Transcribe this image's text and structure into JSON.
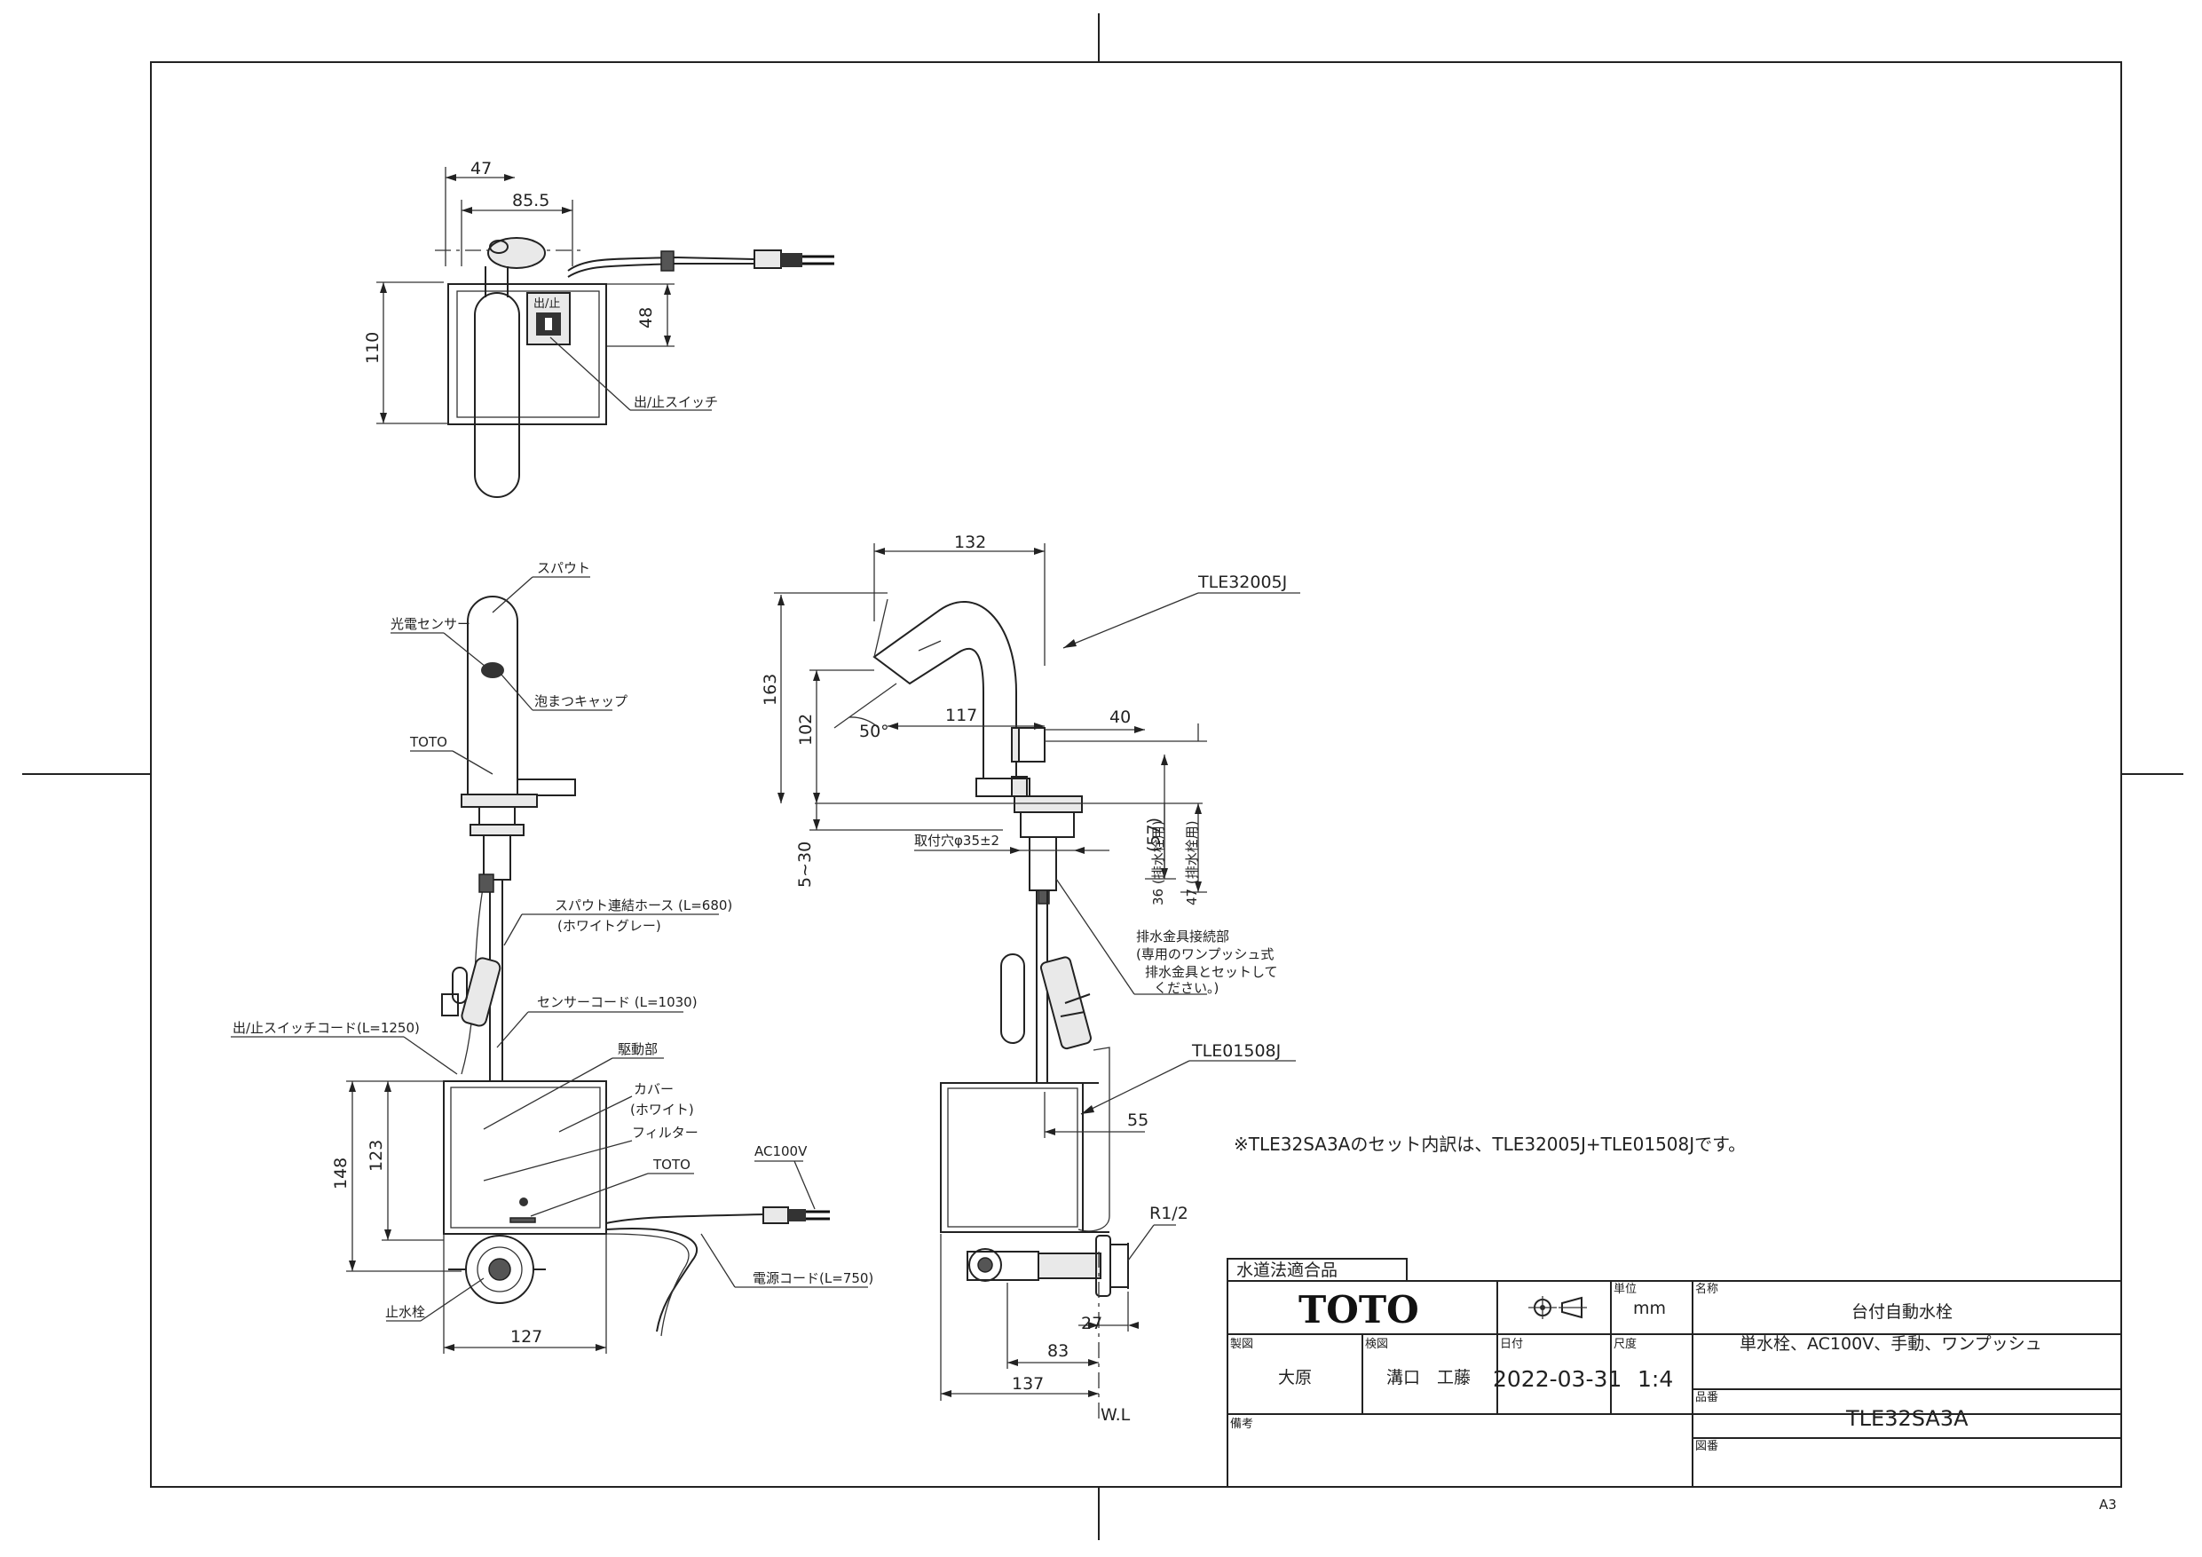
{
  "top_view": {
    "dims": {
      "w47": "47",
      "w85_5": "85.5",
      "h110": "110",
      "h48": "48"
    },
    "switch_icon_text": "出/止",
    "labels": {
      "switch": "出/止スイッチ"
    }
  },
  "front_view": {
    "labels": {
      "spout": "スパウト",
      "sensor": "光電センサー",
      "aerator": "泡まつキャップ",
      "toto_mark": "TOTO",
      "spout_hose": "スパウト連結ホース (L=680)",
      "spout_hose_color": "(ホワイトグレー)",
      "sensor_cord": "センサーコード (L=1030)",
      "switch_cord": "出/止スイッチコード(L=1250)",
      "drive_unit": "駆動部",
      "cover": "カバー",
      "cover_color": "(ホワイト)",
      "filter": "フィルター",
      "toto_unit": "TOTO",
      "ac100v": "AC100V",
      "power_cord": "電源コード(L=750)",
      "stop_valve": "止水栓"
    },
    "dims": {
      "h148": "148",
      "h123": "123",
      "w127": "127"
    }
  },
  "side_view": {
    "labels": {
      "part1": "TLE32005J",
      "part2": "TLE01508J",
      "mount_hole": "取付穴φ35±2",
      "drain_1": "排水金具接続部",
      "drain_2": "(専用のワンプッシュ式",
      "drain_3": "排水金具とセットして",
      "drain_4": "ください。)",
      "thread": "R1/2",
      "wl": "W.L"
    },
    "dims": {
      "w132": "132",
      "h163": "163",
      "h102": "102",
      "angle": "50°",
      "w117": "117",
      "w40": "40",
      "h57": "(57)",
      "h5_30": "5~30",
      "h36": "36 (排水栓用)",
      "h47": "47 (排水栓用)",
      "w55": "55",
      "w27": "27",
      "w83": "83",
      "w137": "137"
    }
  },
  "note": "※TLE32SA3Aのセット内訳は、TLE32005J+TLE01508Jです。",
  "title_block": {
    "cert": "水道法適合品",
    "logo": "TOTO",
    "unit_label": "単位",
    "unit": "mm",
    "name_label": "名称",
    "name": "台付自動水栓",
    "spec": "単水栓、AC100V、手動、ワンプッシュ",
    "drafter_label": "製図",
    "drafter": "大原",
    "checker_label": "検図",
    "checker": "溝口　工藤",
    "date_label": "日付",
    "date": "2022-03-31",
    "scale_label": "尺度",
    "scale": "1:4",
    "code_label": "品番",
    "code": "TLE32SA3A",
    "remarks_label": "備考",
    "drawing_no_label": "図番",
    "sheet_size": "A3"
  }
}
